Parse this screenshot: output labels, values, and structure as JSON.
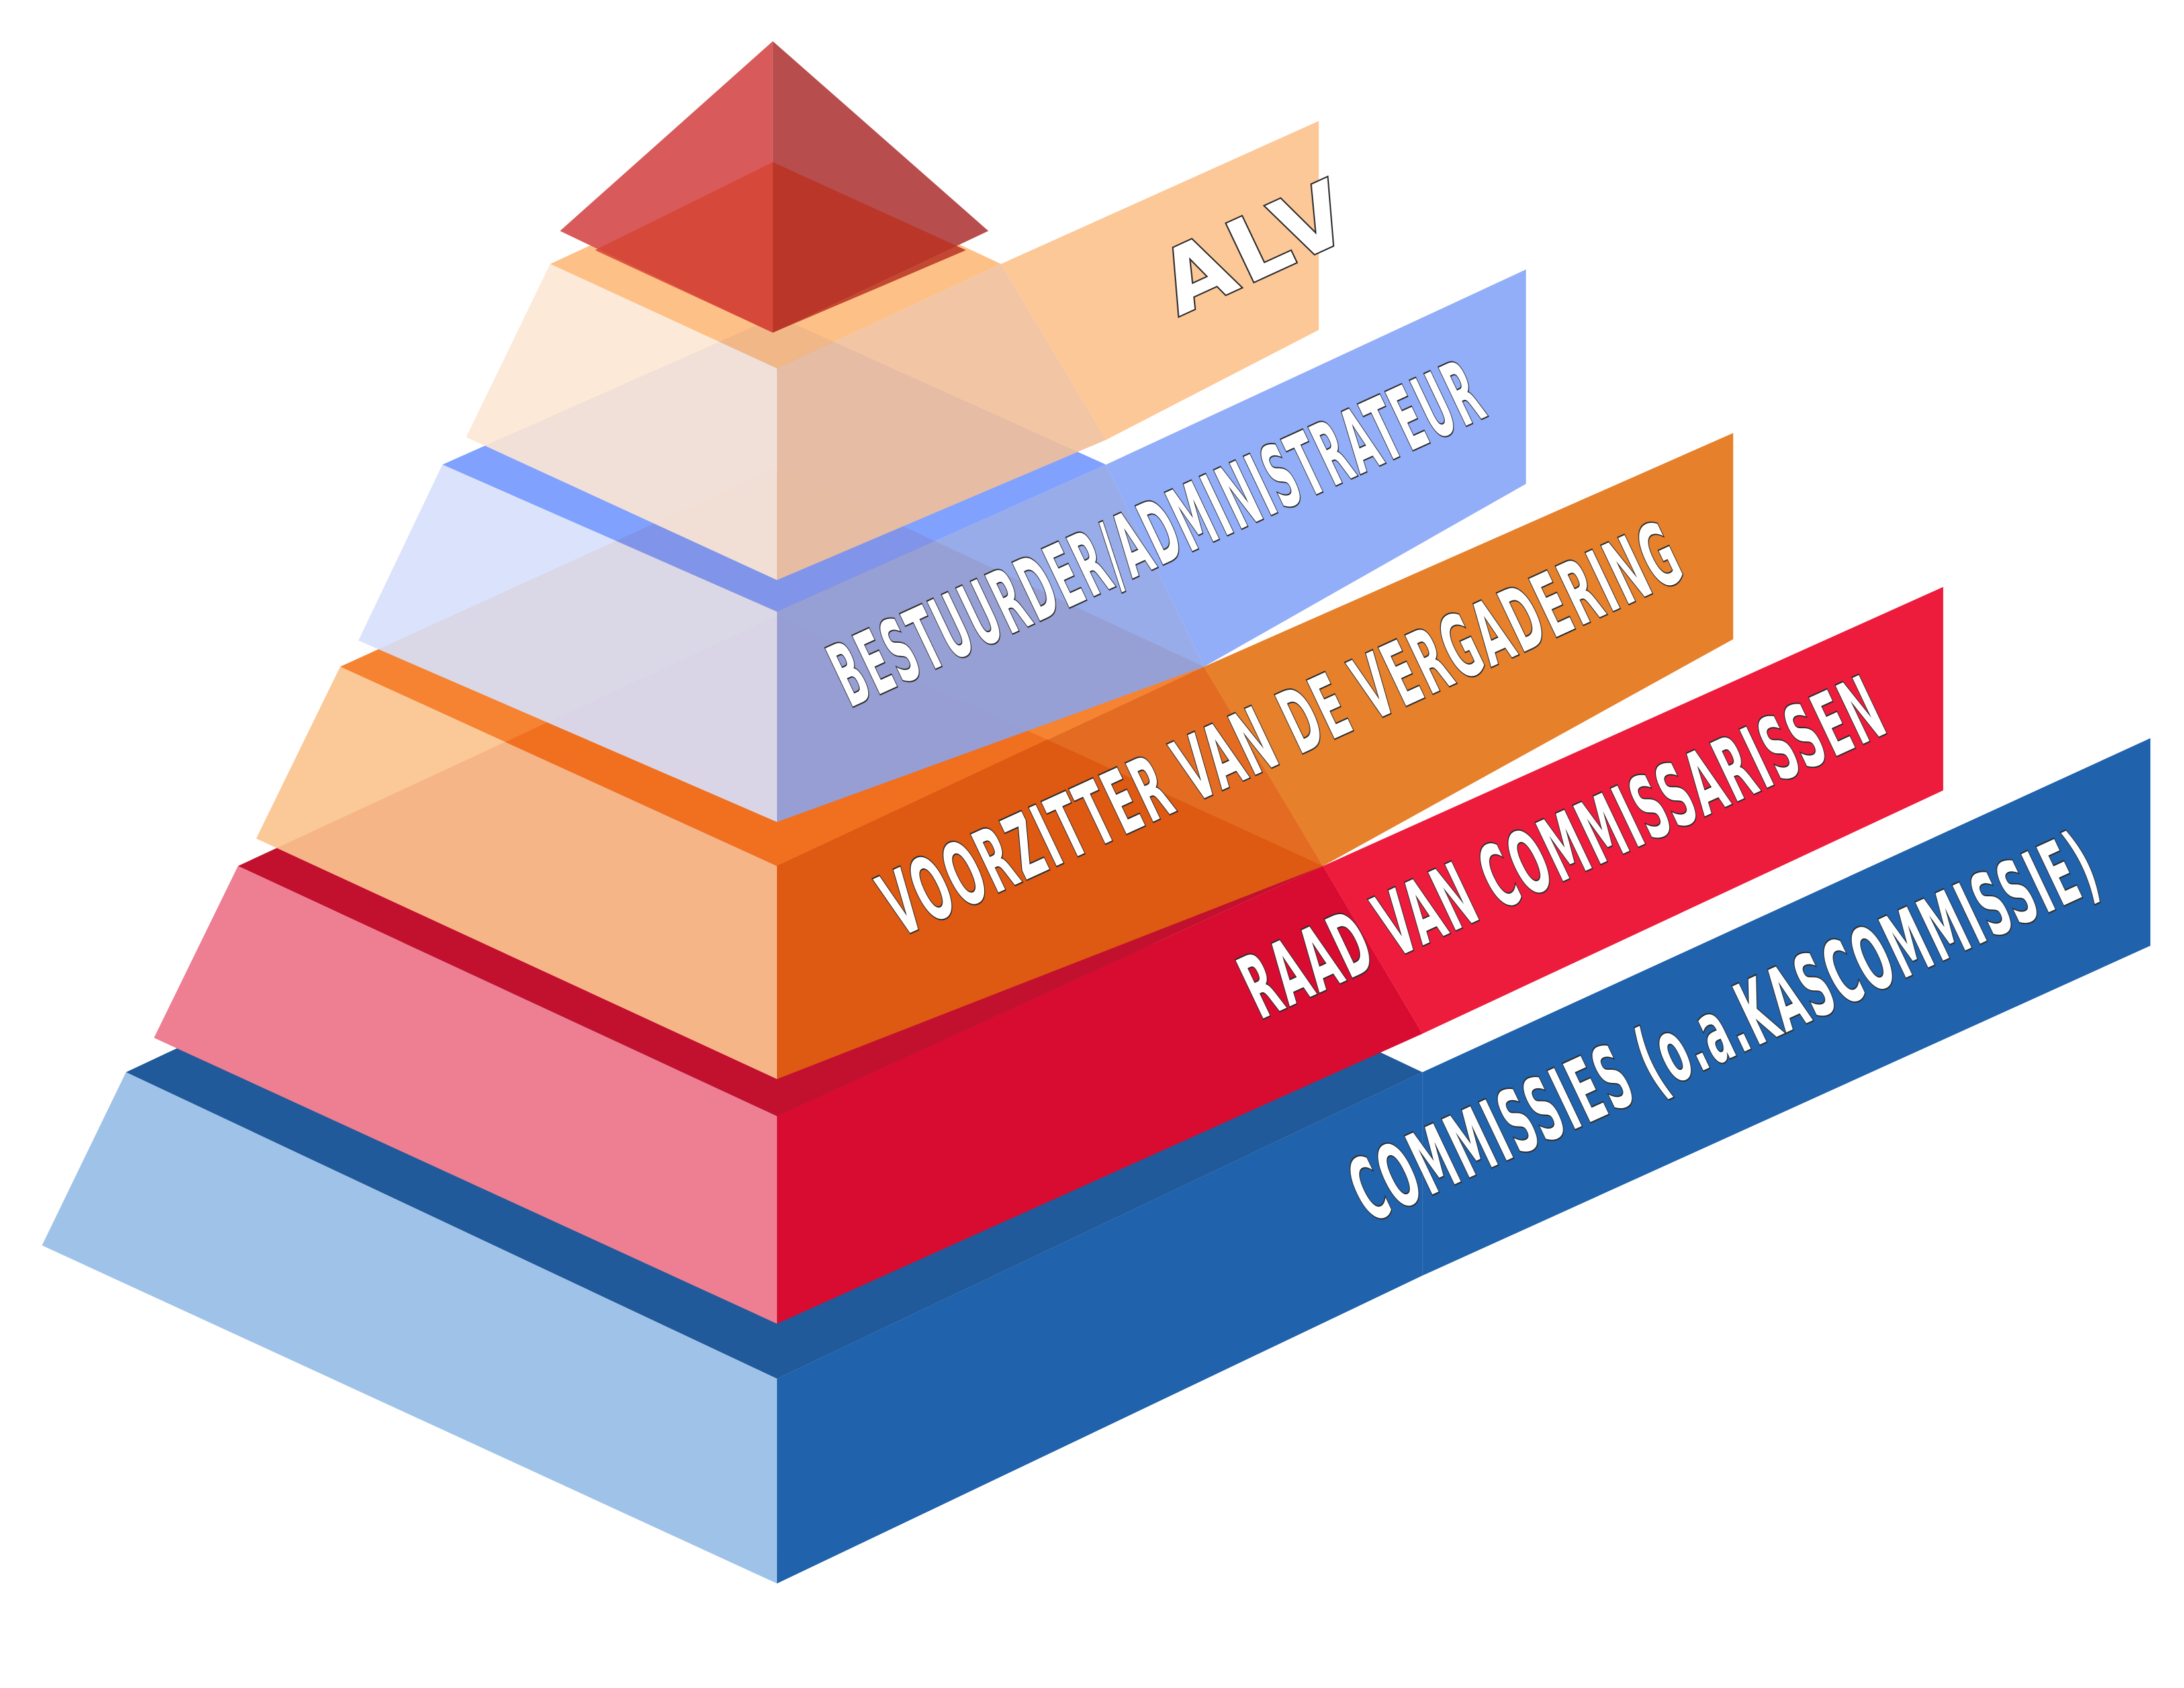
{
  "layers": [
    {
      "id": "alv",
      "label": "ALV",
      "left": "#fde7d3",
      "right": "#f1c09a",
      "top": "#fdb97a",
      "banner": "#fdc592"
    },
    {
      "id": "bestuurder",
      "label": "BESTUURDER/ADMINISTRATEUR",
      "left": "#d7e0fc",
      "right": "#8da3e8",
      "top": "#7397ff",
      "banner": "#8daaf8"
    },
    {
      "id": "voorzitter",
      "label": "VOORZITTER VAN DE VERGADERING",
      "left": "#fbc38f",
      "right": "#e1600f",
      "top": "#f47820",
      "banner": "#e57920"
    },
    {
      "id": "raad",
      "label": "RAAD VAN COMMISSARISSEN",
      "left": "#ee7e92",
      "right": "#d80c30",
      "top": "#c2112f",
      "banner": "#ee1c3c"
    },
    {
      "id": "commissies",
      "label": "COMMISSIES (o.a.KASCOMMISSIE)",
      "left": "#9fc3e8",
      "right": "#2062ab",
      "top": "#205a9a",
      "banner": "#2062ab"
    }
  ],
  "apex": {
    "left": "#d85a5a",
    "right": "#b84d4d",
    "left_lower": "#d64534",
    "right_lower": "#b83322"
  }
}
